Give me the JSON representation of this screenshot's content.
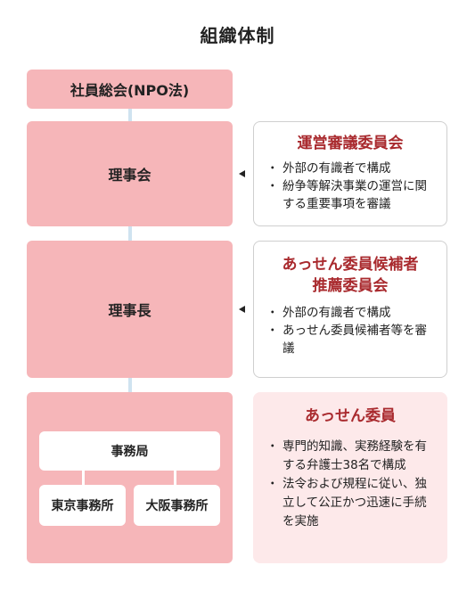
{
  "title": "組織体制",
  "nodes": {
    "general_meeting": "社員総会(NPO法)",
    "board": "理事会",
    "chairman": "理事長",
    "secretariat": "事務局",
    "tokyo_office": "東京事務所",
    "osaka_office": "大阪事務所"
  },
  "panels": [
    {
      "title": "運営審議委員会",
      "bullets": [
        "外部の有識者で構成",
        "紛争等解決事業の運営に関する重要事項を審議"
      ]
    },
    {
      "title": "あっせん委員候補者\n推薦委員会",
      "bullets": [
        "外部の有識者で構成",
        "あっせん委員候補者等を審議"
      ]
    },
    {
      "title": "あっせん委員",
      "bullets": [
        "専門的知識、実務経験を有する弁護士38名で構成",
        "法令および規程に従い、独立して公正かつ迅速に手続を実施"
      ]
    }
  ],
  "colors": {
    "node_fill": "#f6b6b9",
    "panel_title": "#a92a2e",
    "connector": "#cfe3f0",
    "filled_panel": "#fde9ea"
  }
}
